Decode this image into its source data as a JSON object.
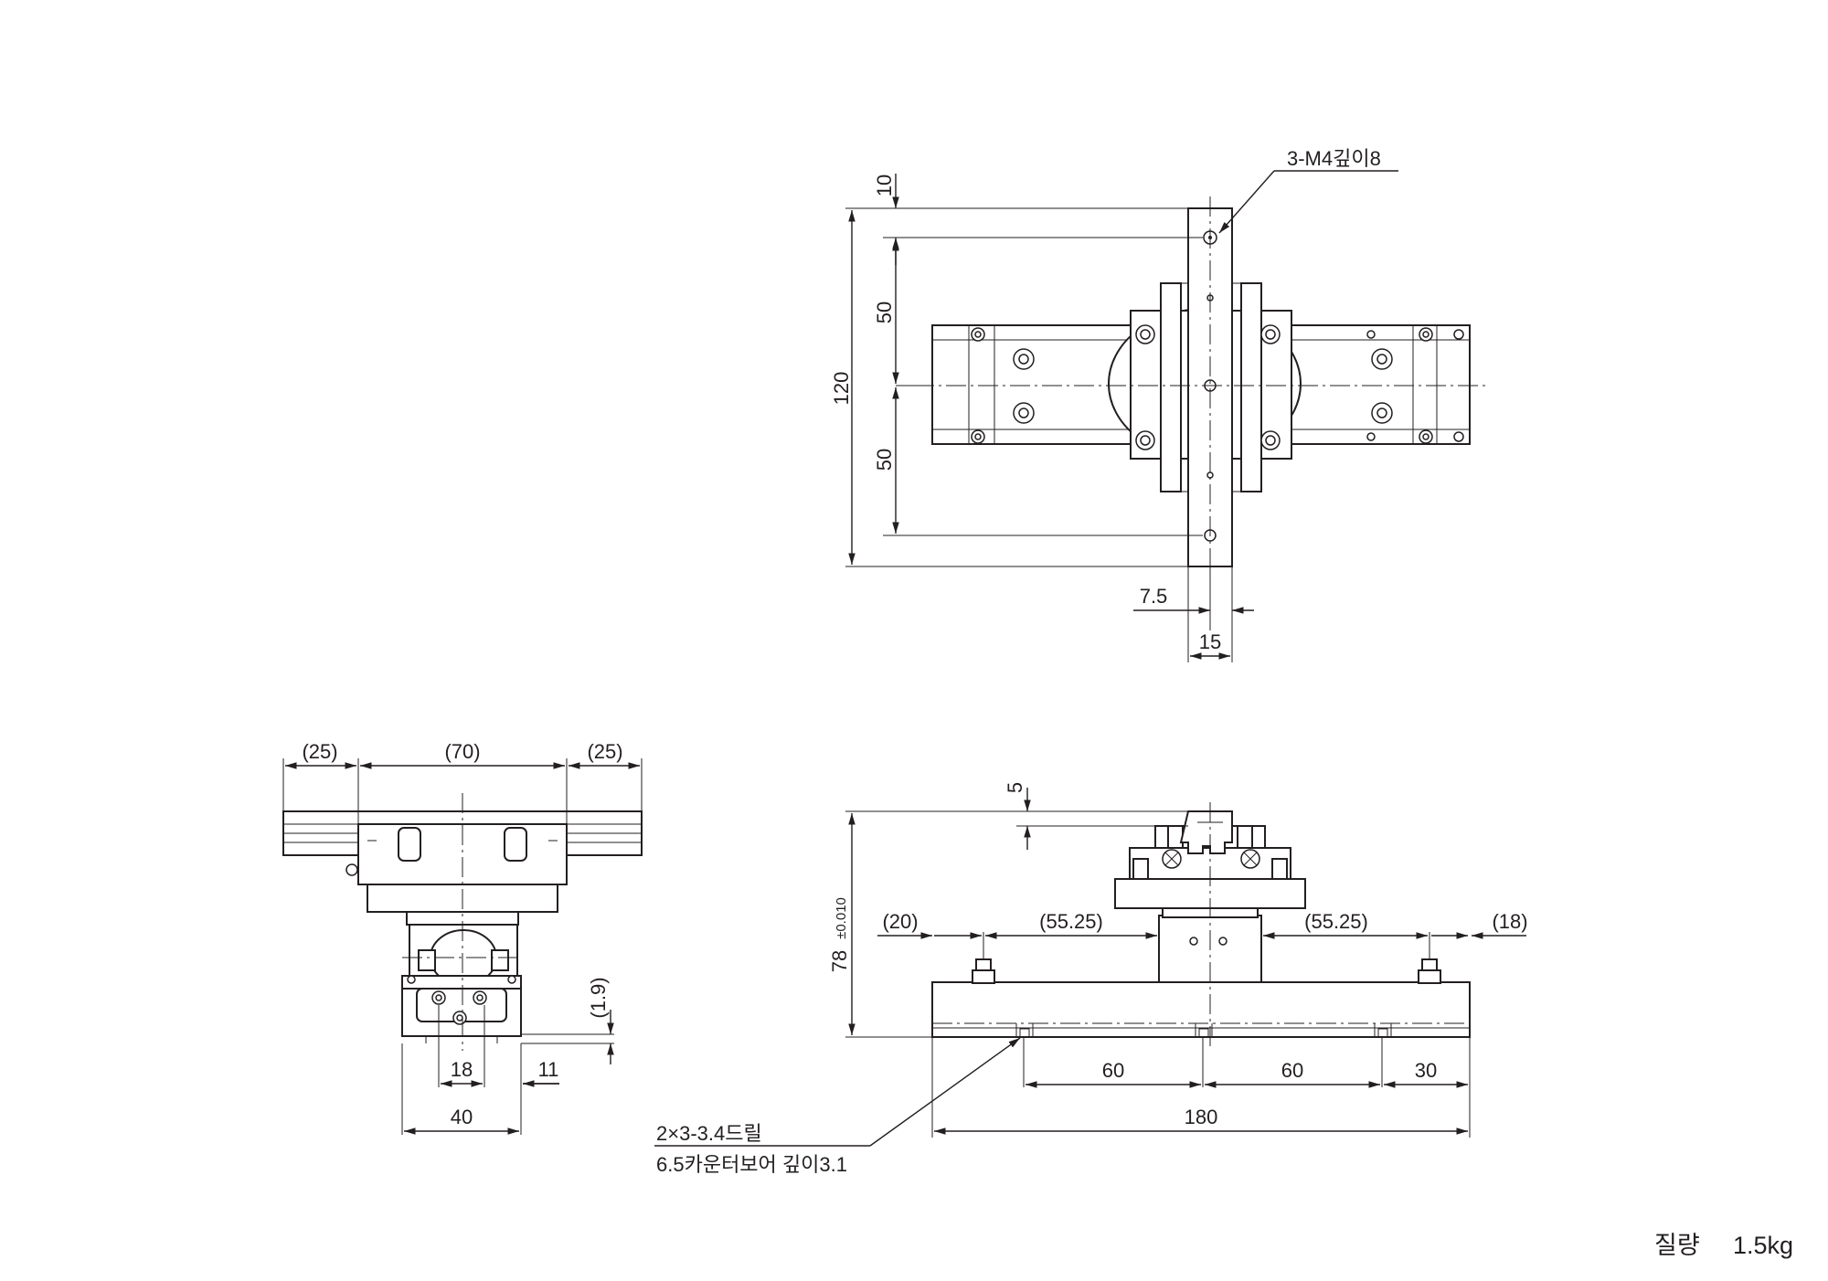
{
  "top_view": {
    "callout_thread": "3-M4깊이8",
    "dim_10": "10",
    "dim_50_top": "50",
    "dim_50_bottom": "50",
    "dim_120": "120",
    "dim_7_5": "7.5",
    "dim_15": "15"
  },
  "side_view": {
    "dim_25_left": "(25)",
    "dim_70": "(70)",
    "dim_25_right": "(25)",
    "dim_1_9": "(1.9)",
    "dim_18": "18",
    "dim_11": "11",
    "dim_40": "40"
  },
  "front_view": {
    "dim_5": "5",
    "dim_78": "78",
    "dim_78_tol": "±0.010",
    "dim_20": "(20)",
    "dim_55_25_left": "(55.25)",
    "dim_55_25_right": "(55.25)",
    "dim_18": "(18)",
    "dim_60_a": "60",
    "dim_60_b": "60",
    "dim_30": "30",
    "dim_180": "180",
    "note_line1": "2×3-3.4드릴",
    "note_line2": "6.5카운터보어 깊이3.1"
  },
  "mass": {
    "label": "질량",
    "value": "1.5kg"
  }
}
